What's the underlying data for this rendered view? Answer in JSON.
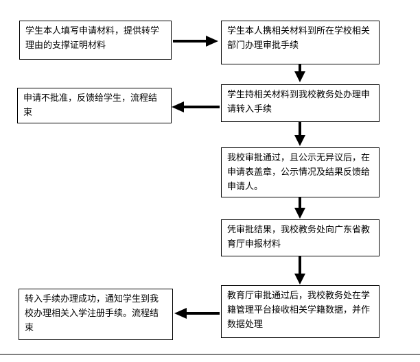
{
  "flowchart": {
    "steps": {
      "student_application": "学生本人填写申请材料，提供转学理由的支撑证明材料",
      "submit_to_origin_school": "学生本人携相关材料到所在学校相关部门办理审批手续",
      "apply_to_registrar": "学生持相关材料到我校教务处办理申请转入手续",
      "rejected": "申请不批准，反馈给学生，流程结束",
      "school_approval": "我校审批通过，且公示无异议后，在申请表盖章，公示情况及结果反馈给申请人。",
      "report_to_province": "凭审批结果，我校教务处向广东省教育厅申报材料",
      "province_approval": "教育厅审批通过后，我校教务处在学籍管理平台接收相关学籍数据，并作数据处理",
      "transfer_complete": "转入手续办理成功，通知学生到我校办理相关入学注册手续。流程结束"
    }
  }
}
